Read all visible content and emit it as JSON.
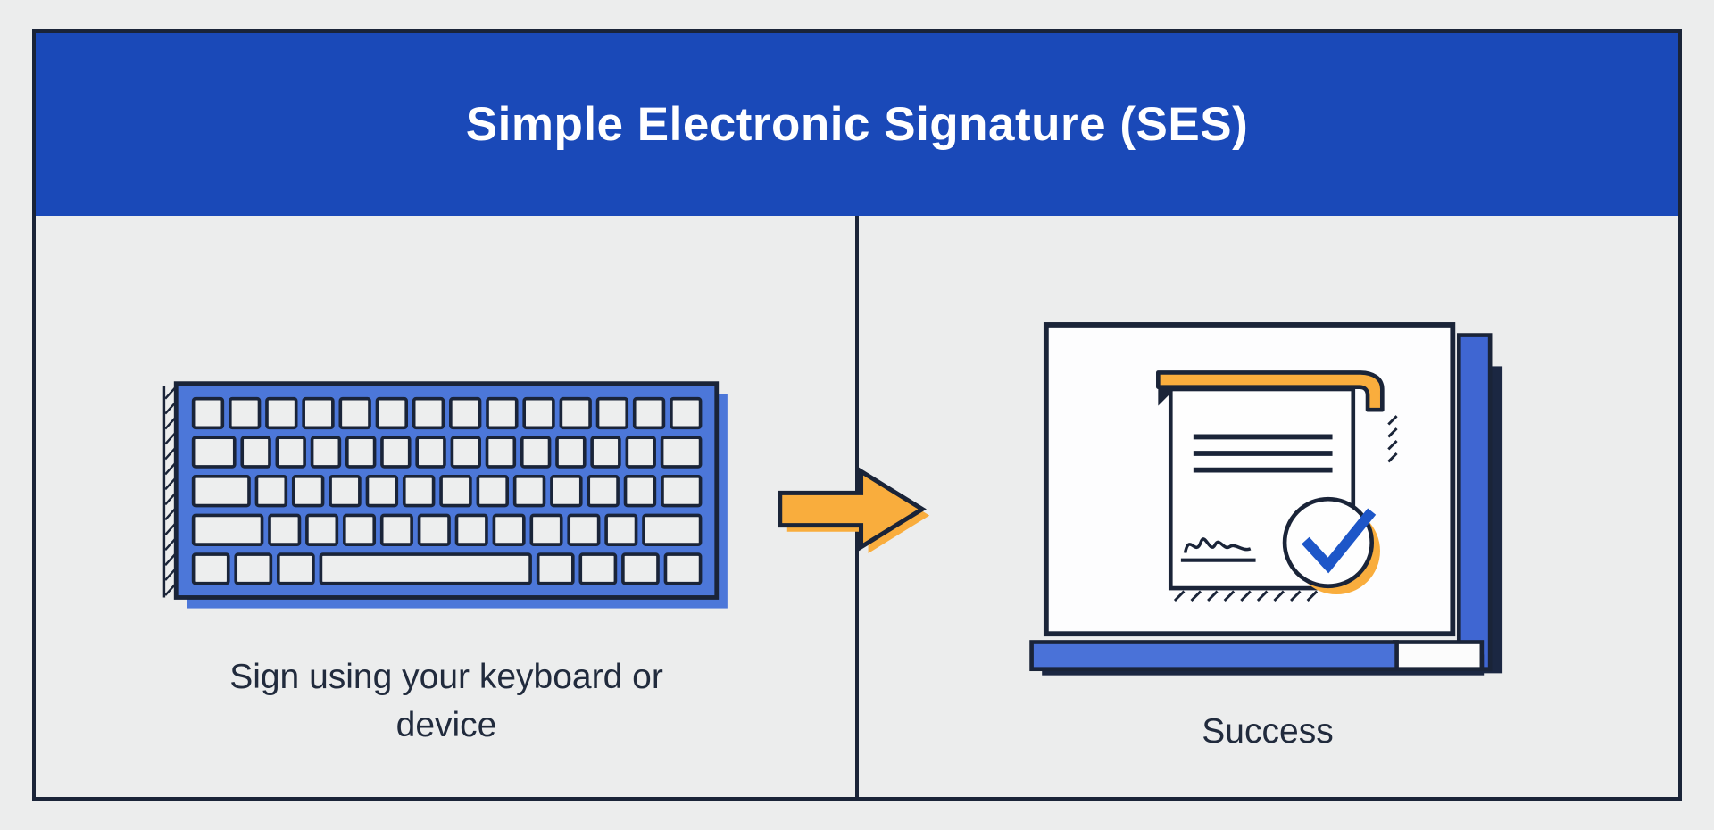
{
  "title": "Simple Electronic Signature (SES)",
  "left_panel": {
    "caption": "Sign using your keyboard or device",
    "illustration": "keyboard"
  },
  "right_panel": {
    "caption": "Success",
    "illustration": "laptop-signed-document"
  },
  "arrow": {
    "direction": "right"
  },
  "colors": {
    "header_bg": "#1a49b8",
    "outline": "#1a2438",
    "accent_blue": "#4c77d9",
    "side_blue": "#3f66d2",
    "accent_orange": "#f9ad3d",
    "check_blue": "#1d56c8",
    "background": "#eceded",
    "text": "#212b3d",
    "title_text": "#ffffff"
  }
}
